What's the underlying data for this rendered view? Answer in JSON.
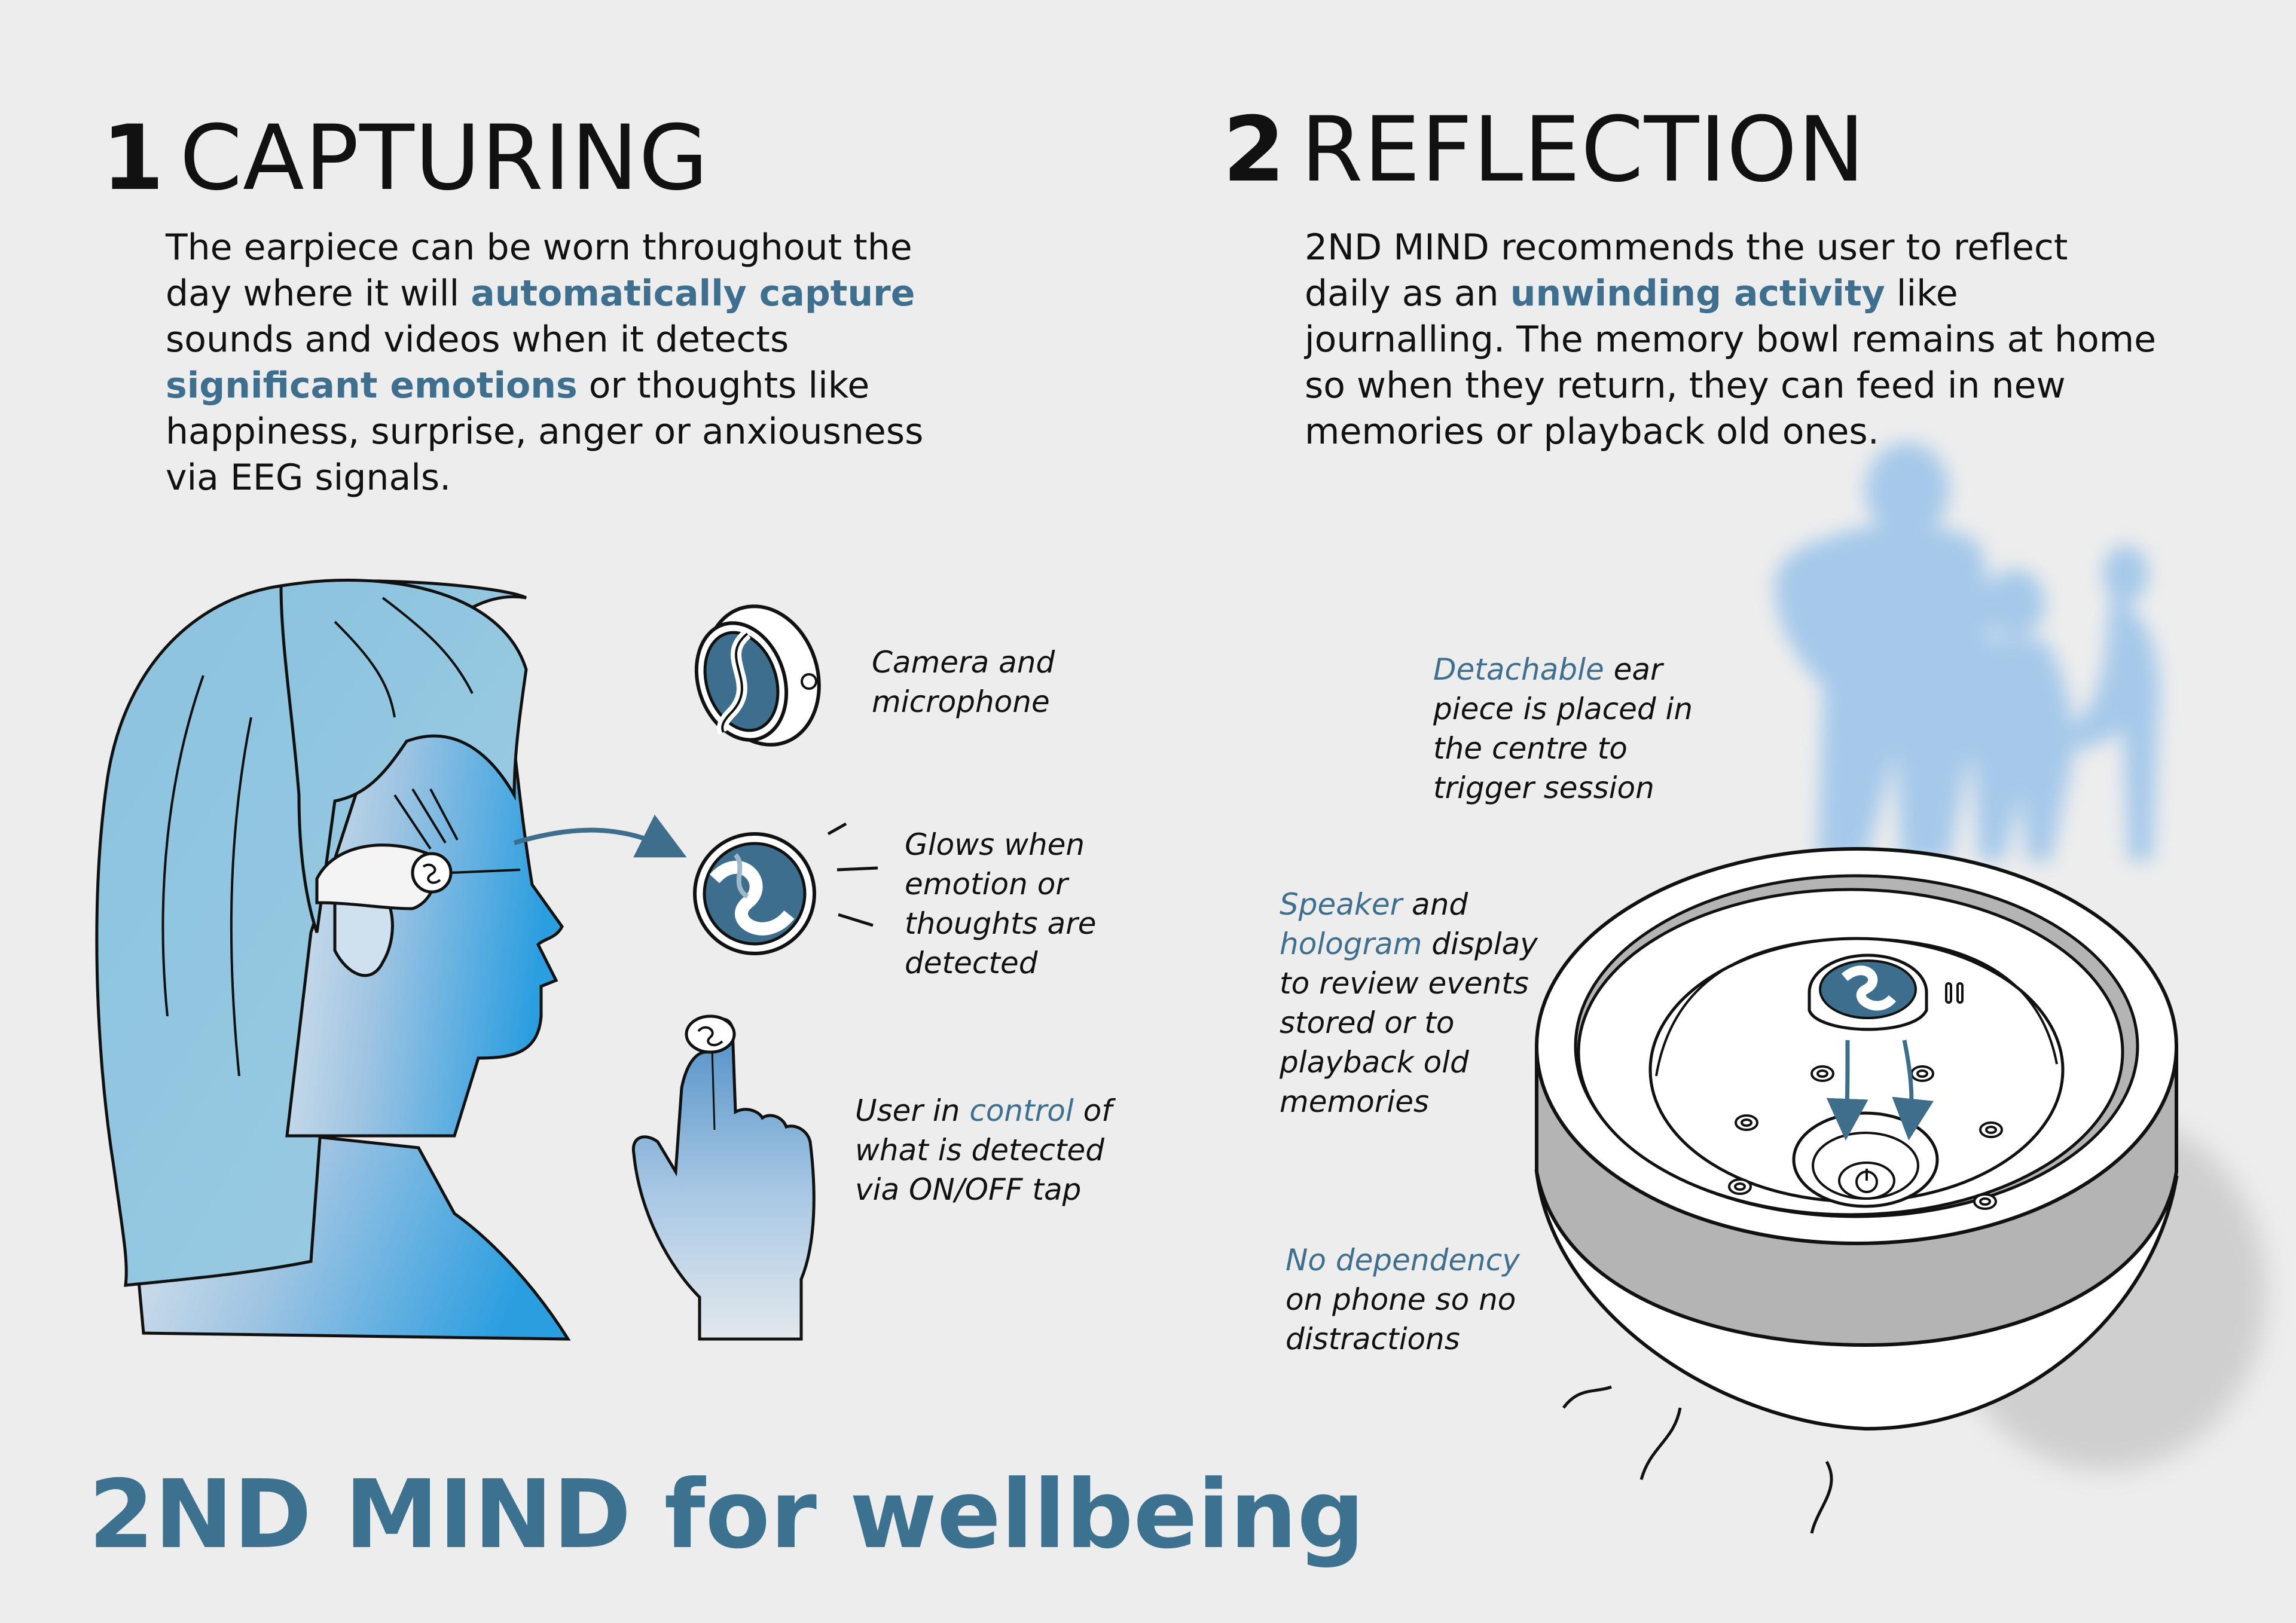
{
  "section1": {
    "number": "1",
    "title": "CAPTURING",
    "body": {
      "t1": "The earpiece can be worn throughout the day where it will ",
      "h1": "automatically capture",
      "t2": " sounds and videos when it detects ",
      "h2": "significant emotions",
      "t3": " or thoughts like happiness, surprise, anger or anxiousness via EEG signals."
    },
    "notes": {
      "camera": "Camera and microphone",
      "glows": "Glows when emotion or thoughts are detected",
      "control_pre": "User in ",
      "control_accent": "control",
      "control_post": " of what is detected via ON/OFF tap"
    }
  },
  "section2": {
    "number": "2",
    "title": "REFLECTION",
    "body": {
      "t1": "2ND MIND recommends the user to reflect daily as an ",
      "h1": "unwinding activity",
      "t2": " like journalling. The memory bowl remains at home so when they return, they can feed in new memories or playback old ones."
    },
    "notes": {
      "detach_accent": "Detachable",
      "detach_post": " ear piece is placed in the centre to trigger session",
      "speaker_accent": "Speaker",
      "speaker_mid": " and ",
      "hologram_accent": "hologram",
      "speaker_post": " display to review events stored or to playback old memories",
      "nodep_accent": "No dependency",
      "nodep_post": " on phone so no distractions"
    }
  },
  "footer": {
    "title": "2ND MIND for wellbeing"
  },
  "colors": {
    "accent": "#3f6f8e",
    "footer": "#3d7190",
    "hair": "#8ec3df",
    "skin": "#5aa8da",
    "silhouette": "#a6c9ea",
    "background": "#ededed"
  },
  "icons": {
    "earpiece": "wave-logo-earpiece-icon",
    "arrow": "curved-arrow-icon",
    "finger": "pointing-finger-icon",
    "bowl": "memory-bowl-icon"
  }
}
